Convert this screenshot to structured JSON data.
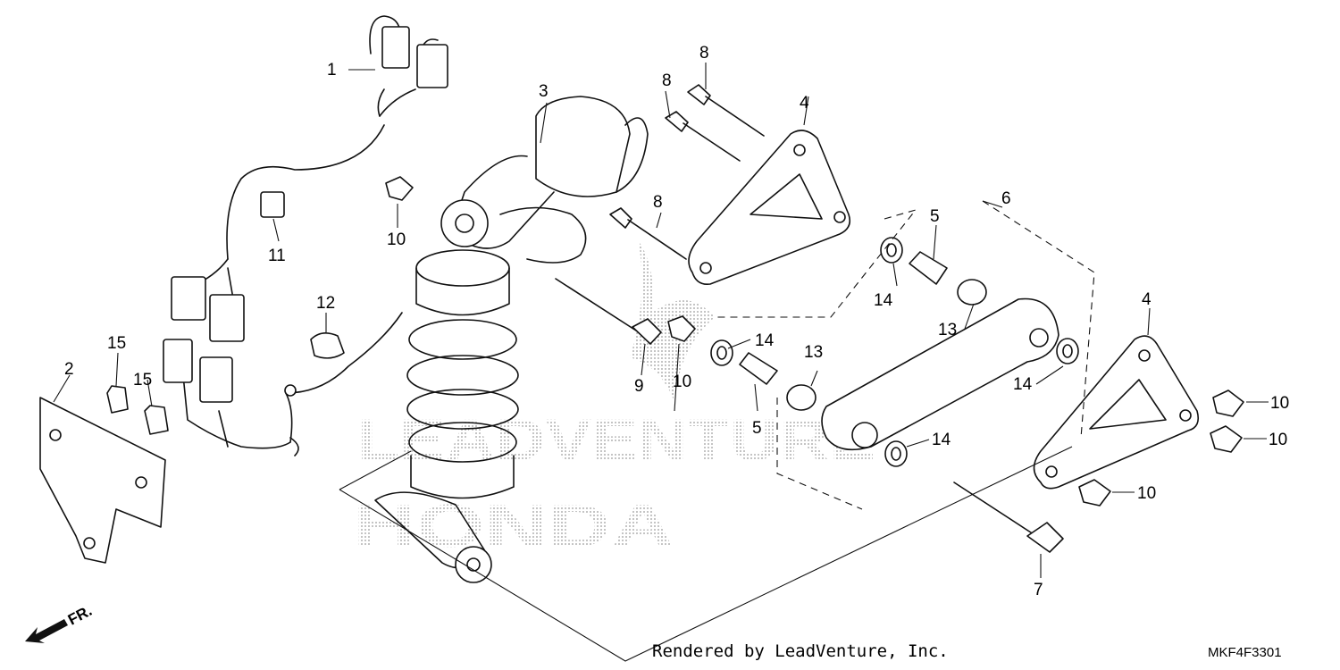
{
  "diagram": {
    "watermark": {
      "brand": "LEADVENTURE",
      "make": "HONDA"
    },
    "front_indicator": "FR.",
    "callouts": {
      "c1": "1",
      "c2": "2",
      "c3": "3",
      "c4a": "4",
      "c4b": "4",
      "c5a": "5",
      "c5b": "5",
      "c6": "6",
      "c7": "7",
      "c8a": "8",
      "c8b": "8",
      "c8c": "8",
      "c9": "9",
      "c10a": "10",
      "c10b": "10",
      "c10c": "10",
      "c10d": "10",
      "c10e": "10",
      "c11": "11",
      "c12": "12",
      "c13a": "13",
      "c13b": "13",
      "c14a": "14",
      "c14b": "14",
      "c14c": "14",
      "c14d": "14",
      "c15a": "15",
      "c15b": "15"
    },
    "credit": "Rendered by LeadVenture, Inc.",
    "diagram_code": "MKF4F3301"
  }
}
